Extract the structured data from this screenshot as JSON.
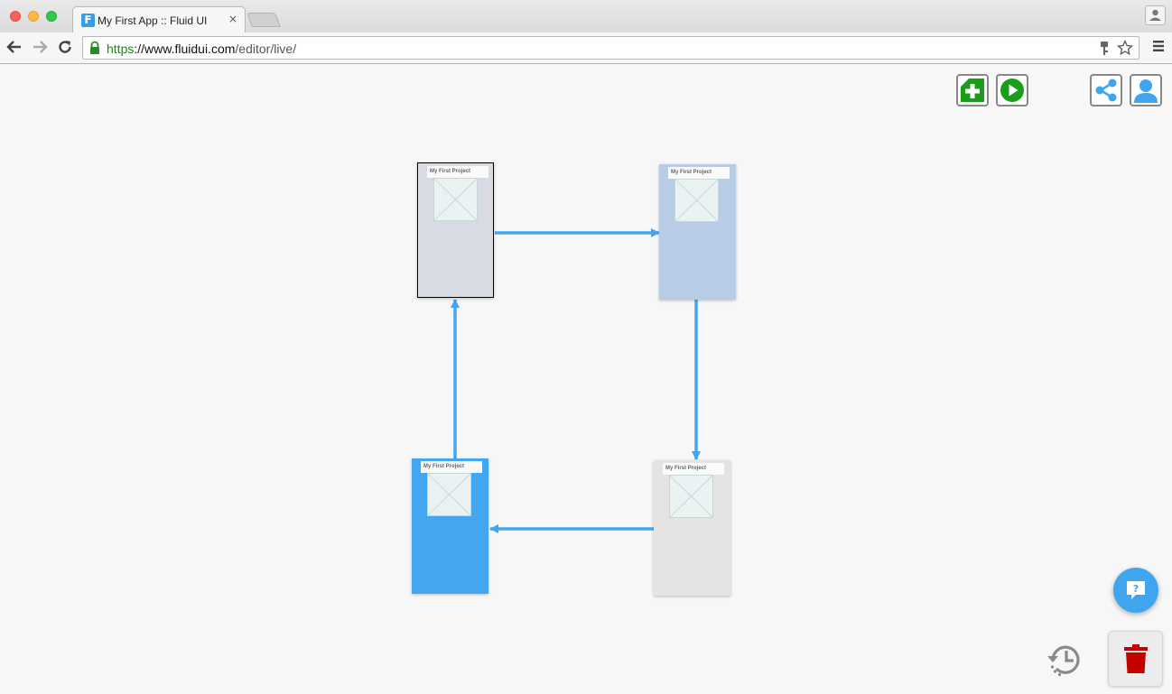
{
  "browser": {
    "tab_title": "My First App :: Fluid UI",
    "tab_close": "×",
    "favicon_letter": "F",
    "url_scheme": "https",
    "url_sep": "://",
    "url_host": "www.fluidui.com",
    "url_path": "/editor/live/"
  },
  "toolbar_icons": {
    "new_screen": "add-screen-icon",
    "play": "play-icon",
    "share": "share-icon",
    "user": "user-icon"
  },
  "screens": [
    {
      "id": "screen-1",
      "title": "My First Project",
      "color": "#d8dbe3",
      "selected": true
    },
    {
      "id": "screen-2",
      "title": "My First Project",
      "color": "#b9cce6",
      "selected": false
    },
    {
      "id": "screen-3",
      "title": "My First Project",
      "color": "#e4e4e4",
      "selected": false
    },
    {
      "id": "screen-4",
      "title": "My First Project",
      "color": "#42a7f0",
      "selected": false
    }
  ],
  "links": [
    {
      "from": "screen-1",
      "to": "screen-2"
    },
    {
      "from": "screen-2",
      "to": "screen-3"
    },
    {
      "from": "screen-3",
      "to": "screen-4"
    },
    {
      "from": "screen-4",
      "to": "screen-1"
    }
  ],
  "help": {
    "label": "?"
  },
  "colors": {
    "accent": "#3fa5ef",
    "link": "#42a7f0",
    "add_green": "#1a9e1a",
    "trash_red": "#c40000"
  }
}
